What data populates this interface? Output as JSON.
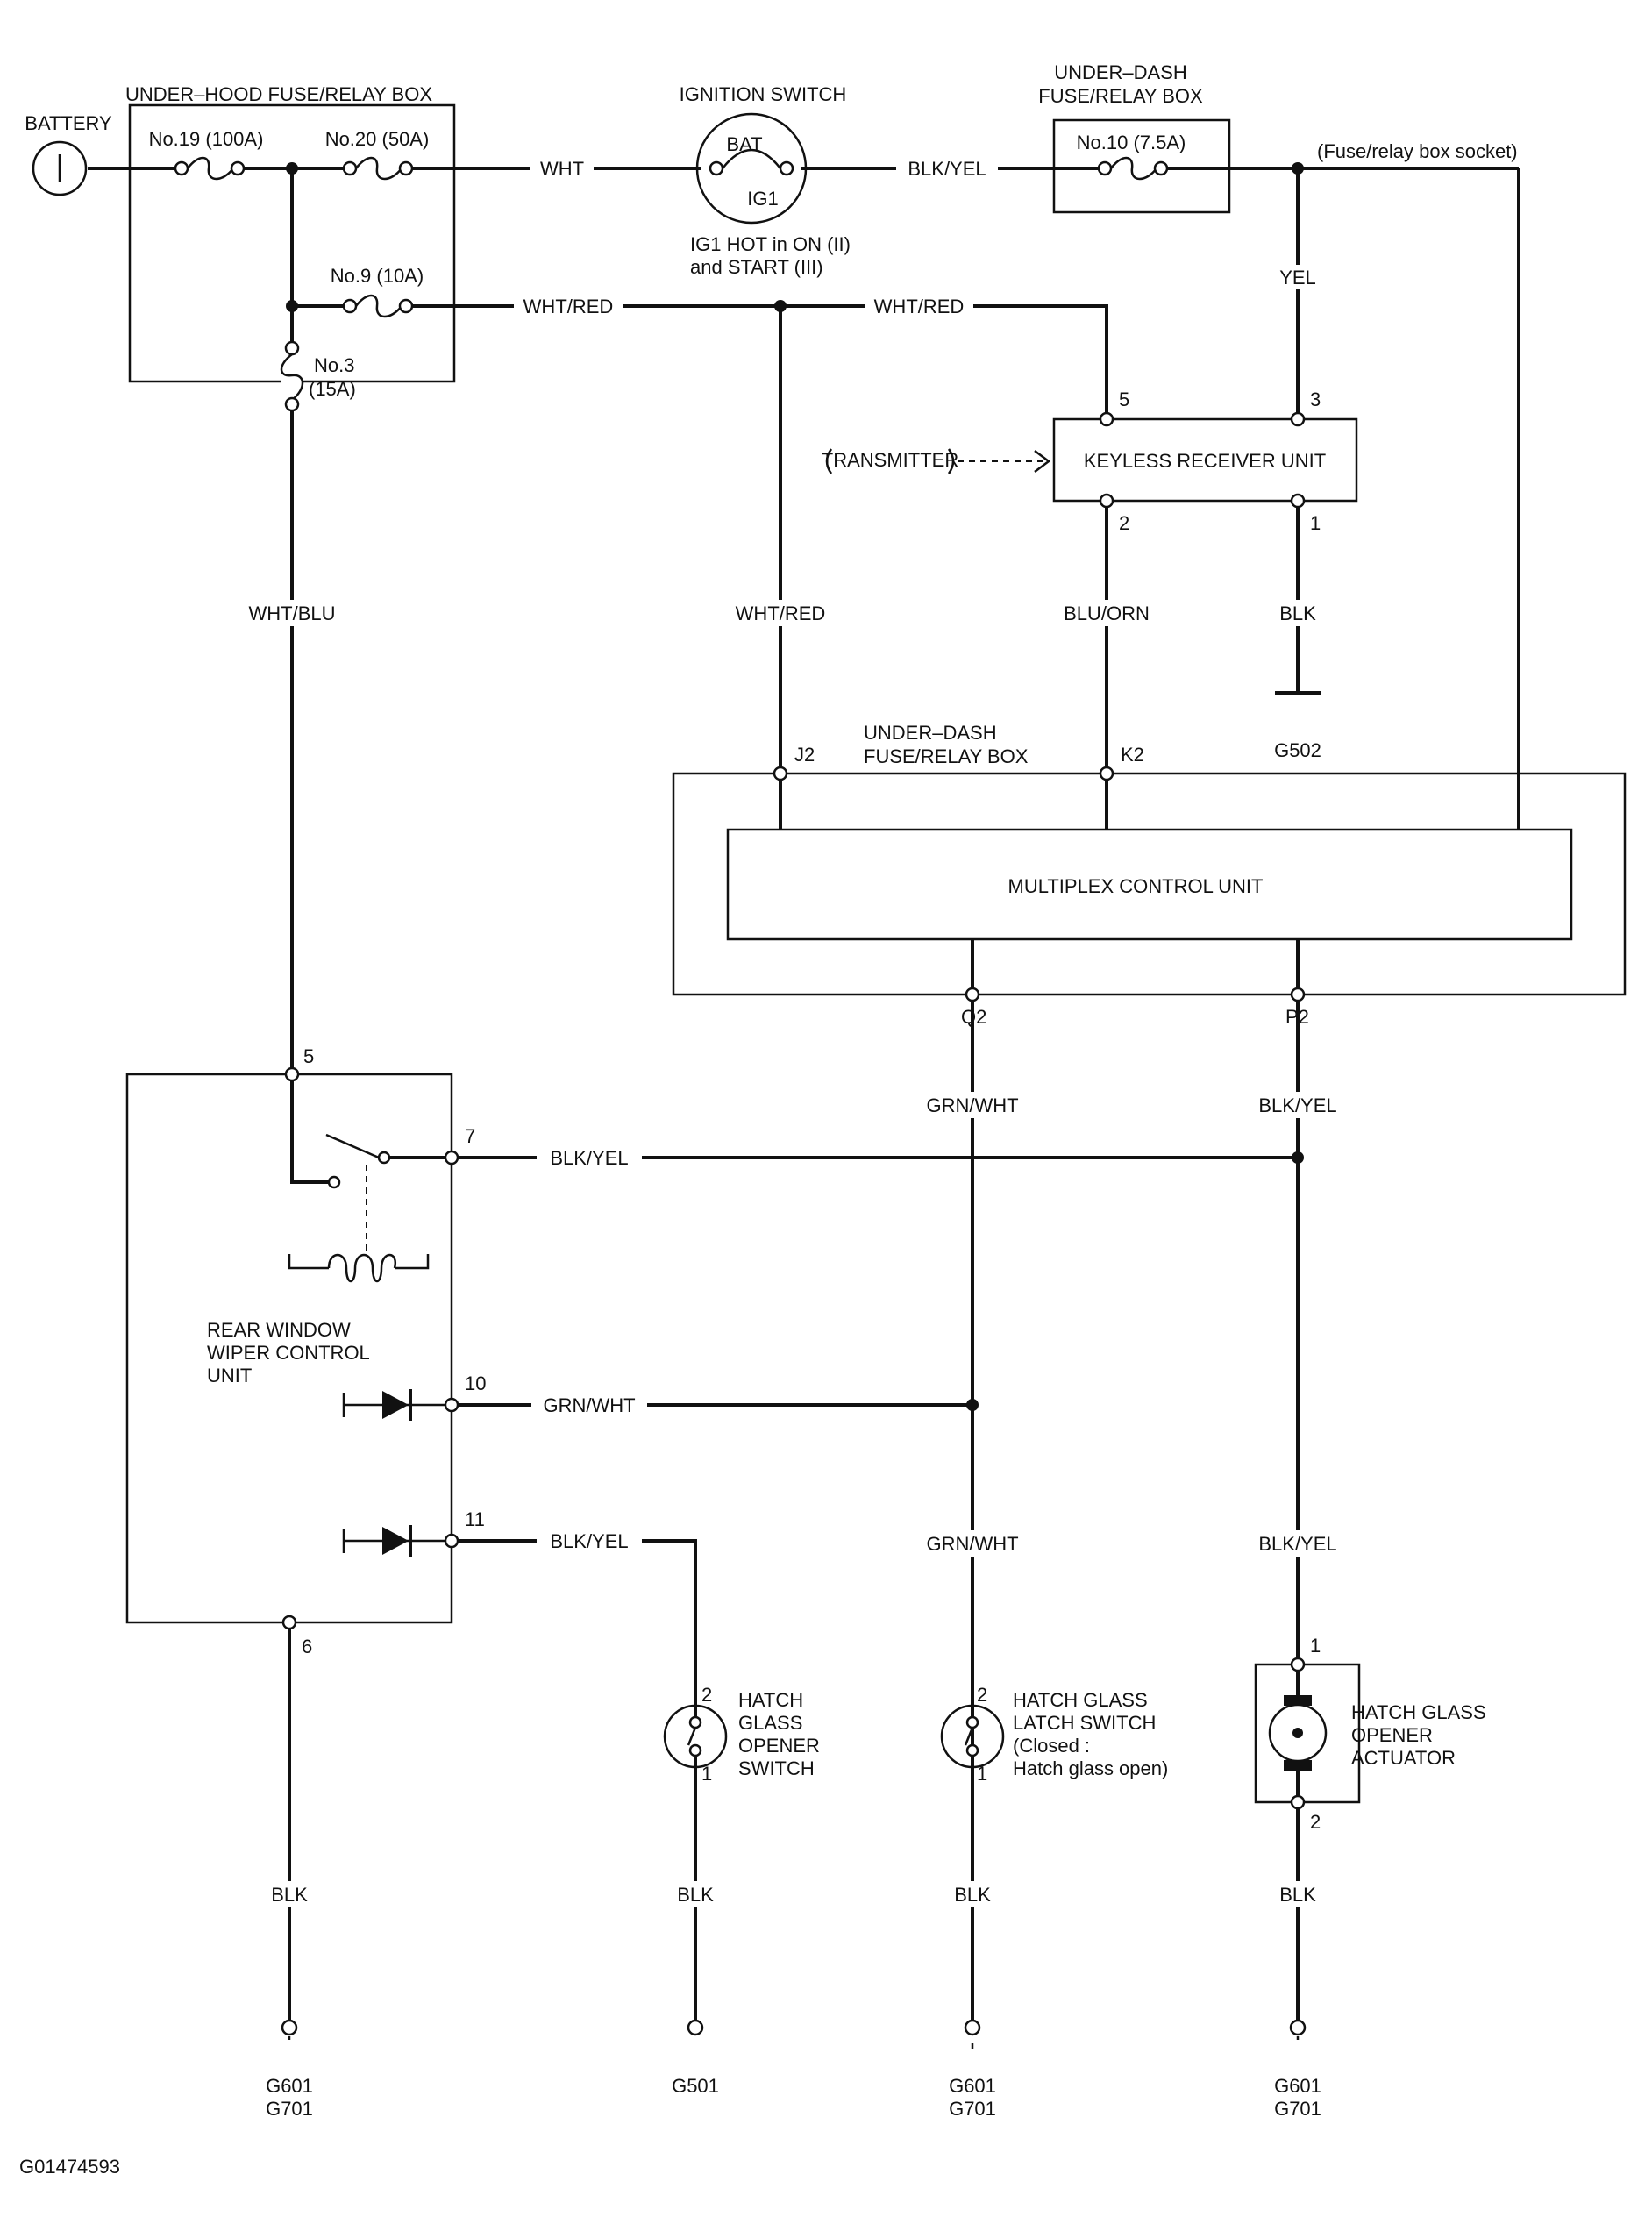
{
  "labels": {
    "battery": "BATTERY",
    "underhood_box": "UNDER–HOOD FUSE/RELAY BOX",
    "fuse19": "No.19 (100A)",
    "fuse20": "No.20 (50A)",
    "fuse9": "No.9 (10A)",
    "fuse3_name": "No.3",
    "fuse3_rating": "(15A)",
    "ign_switch": "IGNITION SWITCH",
    "ign_bat": "BAT",
    "ign_ig1": "IG1",
    "ign_note_1": "IG1 HOT in ON (II)",
    "ign_note_2": "and START (III)",
    "underdash_box_1": "UNDER–DASH",
    "underdash_box_2": "FUSE/RELAY BOX",
    "fuse10": "No.10 (7.5A)",
    "socket": "(Fuse/relay box socket)",
    "transmitter": "TRANSMITTER",
    "keyless": "KEYLESS RECEIVER UNIT",
    "mcu_box_1": "UNDER–DASH",
    "mcu_box_2": "FUSE/RELAY BOX",
    "mcu": "MULTIPLEX CONTROL UNIT",
    "g502": "G502",
    "rear_wiper_1": "REAR WINDOW",
    "rear_wiper_2": "WIPER CONTROL",
    "rear_wiper_3": "UNIT",
    "opener_sw_1": "HATCH",
    "opener_sw_2": "GLASS",
    "opener_sw_3": "OPENER",
    "opener_sw_4": "SWITCH",
    "latch_sw_1": "HATCH GLASS",
    "latch_sw_2": "LATCH SWITCH",
    "latch_sw_3": "(Closed :",
    "latch_sw_4": "Hatch glass open)",
    "actuator_1": "HATCH GLASS",
    "actuator_2": "OPENER",
    "actuator_3": "ACTUATOR",
    "ground_g601": "G601",
    "ground_g701": "G701",
    "ground_g501": "G501",
    "figure_id": "G01474593"
  },
  "wires": {
    "wht": "WHT",
    "blk_yel": "BLK/YEL",
    "wht_red": "WHT/RED",
    "yel": "YEL",
    "wht_blu": "WHT/BLU",
    "blu_orn": "BLU/ORN",
    "blk": "BLK",
    "grn_wht": "GRN/WHT"
  },
  "pins": {
    "p1": "1",
    "p2": "2",
    "p3": "3",
    "p5": "5",
    "p6": "6",
    "p7": "7",
    "p10": "10",
    "p11": "11",
    "j2": "J2",
    "k2": "K2",
    "q2": "Q2",
    "pp2": "P2"
  }
}
